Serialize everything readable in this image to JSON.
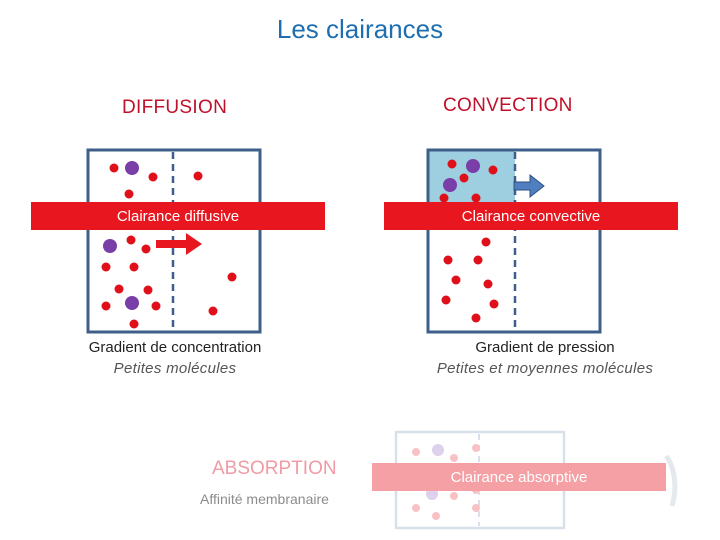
{
  "title": "Les clairances",
  "diffusion": {
    "heading": "DIFFUSION",
    "band": "Clairance diffusive",
    "caption": "Gradient de concentration",
    "subcaption": "Petites molécules"
  },
  "convection": {
    "heading": "CONVECTION",
    "band": "Clairance convective",
    "caption": "Gradient de pression",
    "subcaption": "Petites et moyennes molécules"
  },
  "absorption": {
    "heading": "ABSORPTION",
    "caption": "Affinité membranaire",
    "band": "Clairance absorptive"
  },
  "colors": {
    "title": "#1f6fb0",
    "heading": "#c0102a",
    "band": "#e8161e",
    "small_molecule": "#e0101a",
    "large_molecule": "#7a3ea8",
    "box_border": "#3d5f8a",
    "convection_fill": "#9ecfe0"
  }
}
